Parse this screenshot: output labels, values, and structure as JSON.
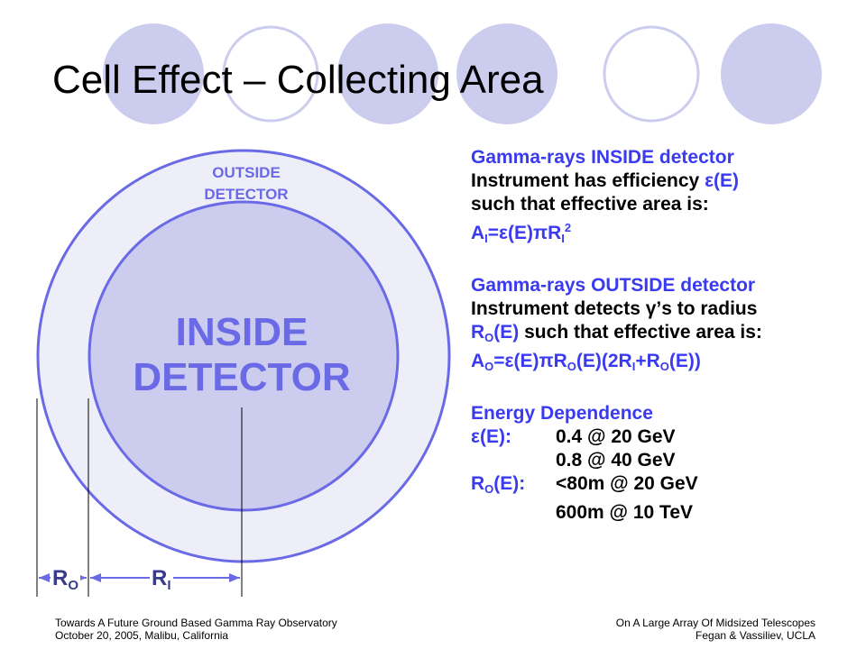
{
  "slide": {
    "title": "Cell Effect – Collecting Area",
    "colors": {
      "accent": "#6a6ae6",
      "circle_fill": "#ccccee",
      "outer_fill": "#eeeef8",
      "dark_blue": "#3a3af0"
    }
  },
  "diagram": {
    "outside_label": [
      "OUTSIDE",
      "DETECTOR"
    ],
    "inside_label": [
      "INSIDE",
      "DETECTOR"
    ],
    "ro": {
      "base": "R",
      "sub": "O"
    },
    "ri": {
      "base": "R",
      "sub": "I"
    }
  },
  "inside": {
    "heading": "Gamma-rays INSIDE detector",
    "line1": "Instrument has efficiency ",
    "line1_eps": "ε(E)",
    "line2": "such that effective area is:",
    "formula": {
      "a": "A",
      "a_sub": "I",
      "mid": "=ε(E)πR",
      "r_sub": "I",
      "r_sup": "2"
    }
  },
  "outside": {
    "heading": "Gamma-rays OUTSIDE detector",
    "line1": "Instrument detects γ’s to radius",
    "line2_r": "R",
    "line2_sub": "O",
    "line2_e": "(E)",
    "line2_rest": " such that effective area is:",
    "formula": {
      "a": "A",
      "a_sub": "O",
      "p1": "=ε(E)πR",
      "p1_sub": "O",
      "p2": "(E)(2R",
      "p2_sub": "I",
      "p3": "+R",
      "p3_sub": "O",
      "p4": "(E))"
    }
  },
  "energy": {
    "heading": "Energy Dependence",
    "eps_label": "ε(E):",
    "eps_values": [
      "0.4 @ 20 GeV",
      "0.8 @ 40 GeV"
    ],
    "ro_label_base": "R",
    "ro_label_sub": "O",
    "ro_label_rest": "(E):",
    "ro_values": [
      "<80m @ 20 GeV",
      "600m @ 10 TeV"
    ]
  },
  "footer": {
    "left": [
      "Towards A Future Ground Based Gamma Ray Observatory",
      "October 20, 2005, Malibu, California"
    ],
    "right": [
      "On A Large Array Of Midsized Telescopes",
      "Fegan & Vassiliev, UCLA"
    ]
  }
}
